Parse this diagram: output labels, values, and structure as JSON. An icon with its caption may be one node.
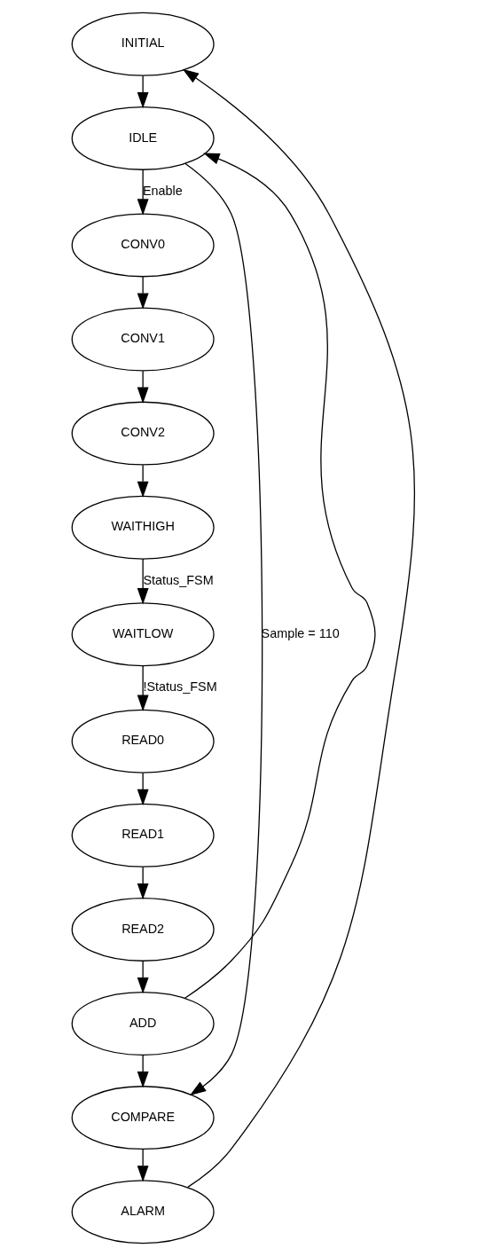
{
  "diagram": {
    "nodes": [
      {
        "text": [
          "INITIAL"
        ]
      },
      {
        "text": [
          "IDLE"
        ]
      },
      {
        "text": [
          "CONV0"
        ]
      },
      {
        "text": [
          "CONV1"
        ]
      },
      {
        "text": [
          "CONV2"
        ]
      },
      {
        "text": [
          "WAITHIGH"
        ]
      },
      {
        "text": [
          "WAITLOW"
        ]
      },
      {
        "text": [
          "READ0"
        ]
      },
      {
        "text": [
          "READ1"
        ]
      },
      {
        "text": [
          "READ2"
        ]
      },
      {
        "text": [
          "ADD"
        ]
      },
      {
        "text": [
          "COMPARE"
        ]
      },
      {
        "text": [
          "ALARM"
        ]
      }
    ],
    "edges": [
      {
        "from": 0,
        "to": 1,
        "arrow": "to"
      },
      {
        "from": 1,
        "to": 2,
        "arrow": "to",
        "label": "Enable"
      },
      {
        "from": 2,
        "to": 3,
        "arrow": "to"
      },
      {
        "from": 3,
        "to": 4,
        "arrow": "to"
      },
      {
        "from": 4,
        "to": 5,
        "arrow": "to"
      },
      {
        "from": 5,
        "to": 6,
        "arrow": "to",
        "label": "Status_FSM"
      },
      {
        "from": 6,
        "to": 7,
        "arrow": "to",
        "label": "!Status_FSM"
      },
      {
        "from": 7,
        "to": 8,
        "arrow": "to"
      },
      {
        "from": 8,
        "to": 9,
        "arrow": "to"
      },
      {
        "from": 9,
        "to": 10,
        "arrow": "to"
      },
      {
        "from": 10,
        "to": 11,
        "arrow": "to"
      },
      {
        "from": 11,
        "to": 12,
        "arrow": "to"
      },
      {
        "from": 10,
        "to": 1,
        "arrow": "to"
      },
      {
        "from": 1,
        "to": 11,
        "arrow": "to",
        "label": "Sample = 110"
      },
      {
        "from": 12,
        "to": 0,
        "arrow": "to"
      }
    ]
  }
}
